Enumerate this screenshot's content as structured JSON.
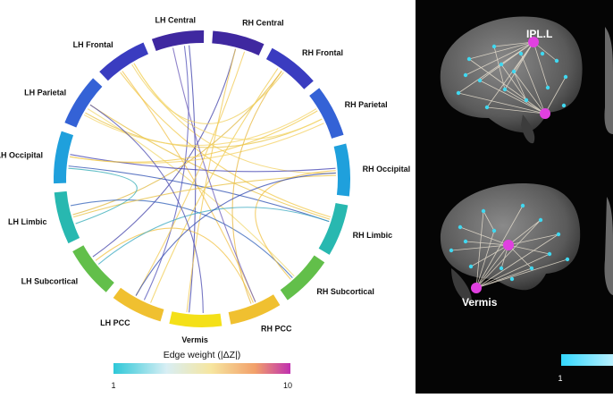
{
  "diagram": {
    "regions": [
      {
        "label": "LH Central",
        "color": "#3f28a0"
      },
      {
        "label": "RH Central",
        "color": "#3f28a0"
      },
      {
        "label": "RH Frontal",
        "color": "#3a3cc0"
      },
      {
        "label": "RH Parietal",
        "color": "#3462d6"
      },
      {
        "label": "RH Occipital",
        "color": "#1fa0dc"
      },
      {
        "label": "RH Limbic",
        "color": "#28b8b0"
      },
      {
        "label": "RH Subcortical",
        "color": "#62bf4a"
      },
      {
        "label": "RH PCC",
        "color": "#f0c030"
      },
      {
        "label": "Vermis",
        "color": "#f4e018"
      },
      {
        "label": "LH PCC",
        "color": "#f0c030"
      },
      {
        "label": "LH Subcortical",
        "color": "#62bf4a"
      },
      {
        "label": "LH Limbic",
        "color": "#28b8b0"
      },
      {
        "label": "LH Occipital",
        "color": "#1fa0dc"
      },
      {
        "label": "LH Parietal",
        "color": "#3462d6"
      },
      {
        "label": "LH Frontal",
        "color": "#3a3cc0"
      }
    ],
    "colorbar": {
      "title": "Edge weight (|ΔZ|)",
      "min_label": "1",
      "max_label": "10"
    }
  },
  "brain_panels": {
    "top_node_label": "IPL.L",
    "bottom_node_label": "Vermis",
    "colorbar_min_label": "1"
  }
}
